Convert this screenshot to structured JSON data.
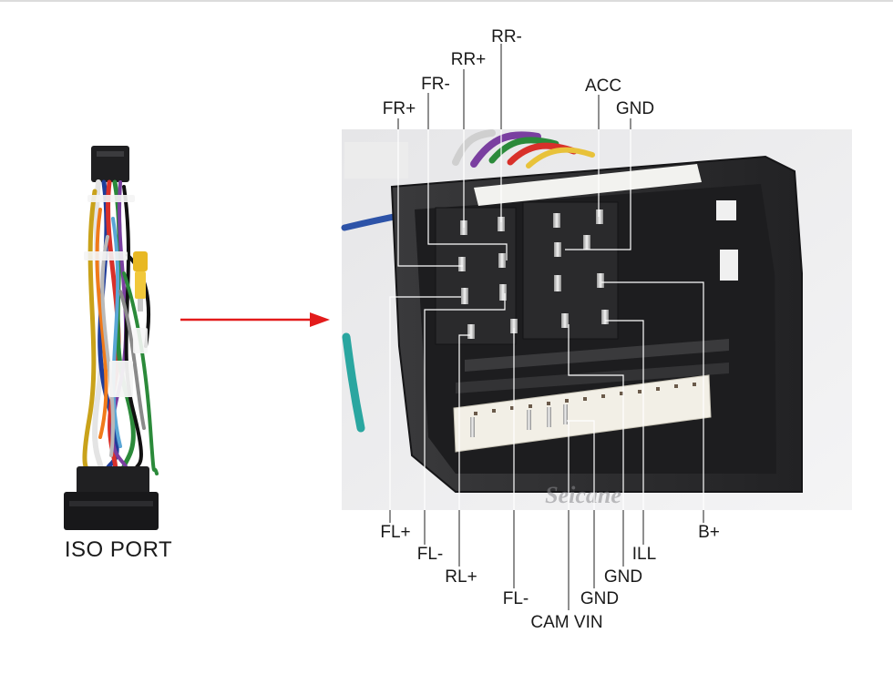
{
  "caption": "ISO PORT",
  "watermark": "Seicane",
  "colors": {
    "arrow": "#e31b1b",
    "housing": "#2b2b2d",
    "label": "#1a1a1a"
  },
  "pins_top": [
    {
      "id": "rr-minus",
      "label": "RR-"
    },
    {
      "id": "rr-plus",
      "label": "RR+"
    },
    {
      "id": "fr-minus",
      "label": "FR-"
    },
    {
      "id": "acc",
      "label": "ACC"
    },
    {
      "id": "gnd-top",
      "label": "GND"
    },
    {
      "id": "fr-plus",
      "label": "FR+"
    }
  ],
  "pins_bottom": [
    {
      "id": "fl-plus",
      "label": "FL+"
    },
    {
      "id": "fl-minus-1",
      "label": "FL-"
    },
    {
      "id": "rl-plus",
      "label": "RL+"
    },
    {
      "id": "ill",
      "label": "ILL"
    },
    {
      "id": "b-plus",
      "label": "B+"
    },
    {
      "id": "gnd-bottom-1",
      "label": "GND"
    },
    {
      "id": "fl-minus-2",
      "label": "FL-"
    },
    {
      "id": "gnd-bottom-2",
      "label": "GND"
    },
    {
      "id": "cam-vin",
      "label": "CAM VIN"
    }
  ]
}
